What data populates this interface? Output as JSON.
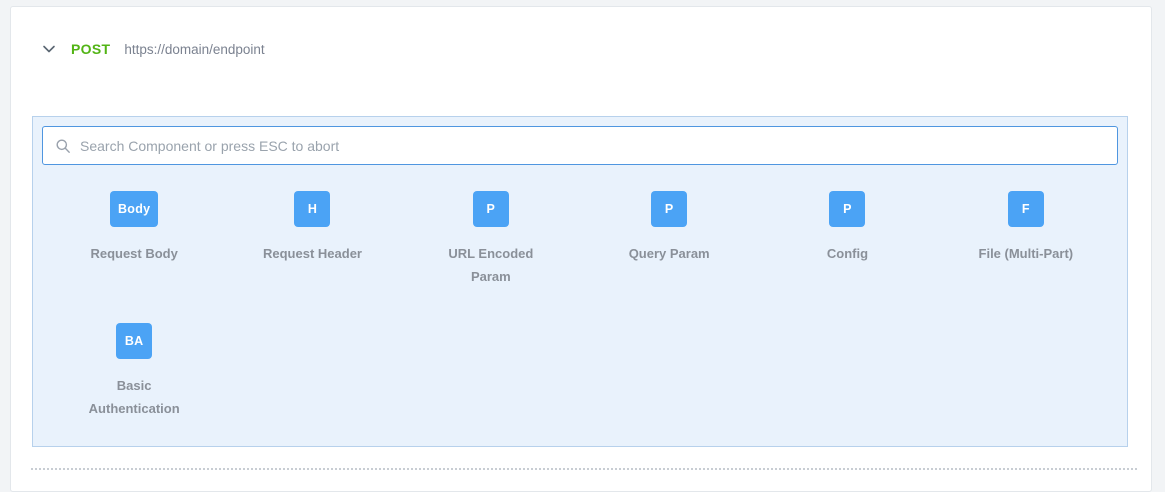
{
  "request": {
    "method": "POST",
    "url": "https://domain/endpoint",
    "method_color": "#52b415"
  },
  "search": {
    "placeholder": "Search Component or press ESC to abort",
    "icon": "search-icon"
  },
  "header": {
    "collapse_icon": "chevron-down-icon"
  },
  "components": {
    "items": [
      {
        "badge": "Body",
        "label": "Request Body"
      },
      {
        "badge": "H",
        "label": "Request Header"
      },
      {
        "badge": "P",
        "label": "URL Encoded Param"
      },
      {
        "badge": "P",
        "label": "Query Param"
      },
      {
        "badge": "P",
        "label": "Config"
      },
      {
        "badge": "F",
        "label": "File (Multi-Part)"
      },
      {
        "badge": "BA",
        "label": "Basic Authentication"
      }
    ]
  },
  "colors": {
    "badge_blue": "#4ba3f5",
    "panel_background": "#e9f2fc",
    "panel_border": "#b7d1ec",
    "input_border": "#4f96e0",
    "label_gray": "#8a9099",
    "method_green": "#52b415"
  }
}
